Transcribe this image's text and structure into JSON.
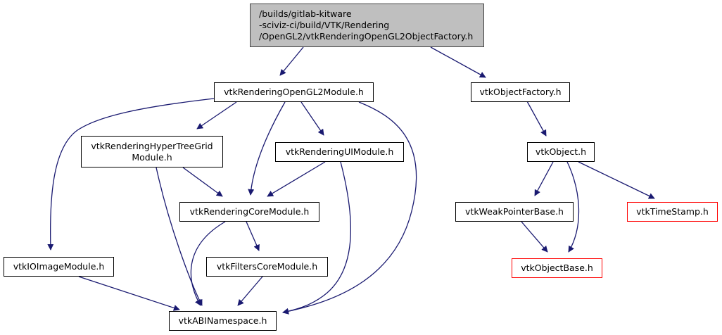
{
  "diagram": {
    "type": "include-dependency-graph",
    "edge_color": "#191970",
    "nodes": [
      {
        "id": "root",
        "label": "/builds/gitlab-kitware\n-sciviz-ci/build/VTK/Rendering\n/OpenGL2/vtkRenderingOpenGL2ObjectFactory.h",
        "style": "root"
      },
      {
        "id": "opengl2module",
        "label": "vtkRenderingOpenGL2Module.h",
        "style": "normal"
      },
      {
        "id": "objectfactory",
        "label": "vtkObjectFactory.h",
        "style": "normal"
      },
      {
        "id": "hypertreegrid",
        "label": "vtkRenderingHyperTreeGrid\nModule.h",
        "style": "normal"
      },
      {
        "id": "uimodule",
        "label": "vtkRenderingUIModule.h",
        "style": "normal"
      },
      {
        "id": "object",
        "label": "vtkObject.h",
        "style": "normal"
      },
      {
        "id": "corerendering",
        "label": "vtkRenderingCoreModule.h",
        "style": "normal"
      },
      {
        "id": "weakpointer",
        "label": "vtkWeakPointerBase.h",
        "style": "normal"
      },
      {
        "id": "timestamp",
        "label": "vtkTimeStamp.h",
        "style": "red"
      },
      {
        "id": "ioimage",
        "label": "vtkIOImageModule.h",
        "style": "normal"
      },
      {
        "id": "filterscore",
        "label": "vtkFiltersCoreModule.h",
        "style": "normal"
      },
      {
        "id": "objectbase",
        "label": "vtkObjectBase.h",
        "style": "red"
      },
      {
        "id": "abinamespace",
        "label": "vtkABINamespace.h",
        "style": "normal"
      }
    ],
    "edges": [
      [
        "root",
        "opengl2module"
      ],
      [
        "root",
        "objectfactory"
      ],
      [
        "opengl2module",
        "ioimage"
      ],
      [
        "opengl2module",
        "hypertreegrid"
      ],
      [
        "opengl2module",
        "corerendering"
      ],
      [
        "opengl2module",
        "uimodule"
      ],
      [
        "opengl2module",
        "abinamespace"
      ],
      [
        "hypertreegrid",
        "corerendering"
      ],
      [
        "hypertreegrid",
        "abinamespace"
      ],
      [
        "uimodule",
        "corerendering"
      ],
      [
        "uimodule",
        "abinamespace"
      ],
      [
        "corerendering",
        "filterscore"
      ],
      [
        "corerendering",
        "abinamespace"
      ],
      [
        "filterscore",
        "abinamespace"
      ],
      [
        "ioimage",
        "abinamespace"
      ],
      [
        "objectfactory",
        "object"
      ],
      [
        "object",
        "weakpointer"
      ],
      [
        "object",
        "objectbase"
      ],
      [
        "object",
        "timestamp"
      ],
      [
        "weakpointer",
        "objectbase"
      ]
    ]
  }
}
